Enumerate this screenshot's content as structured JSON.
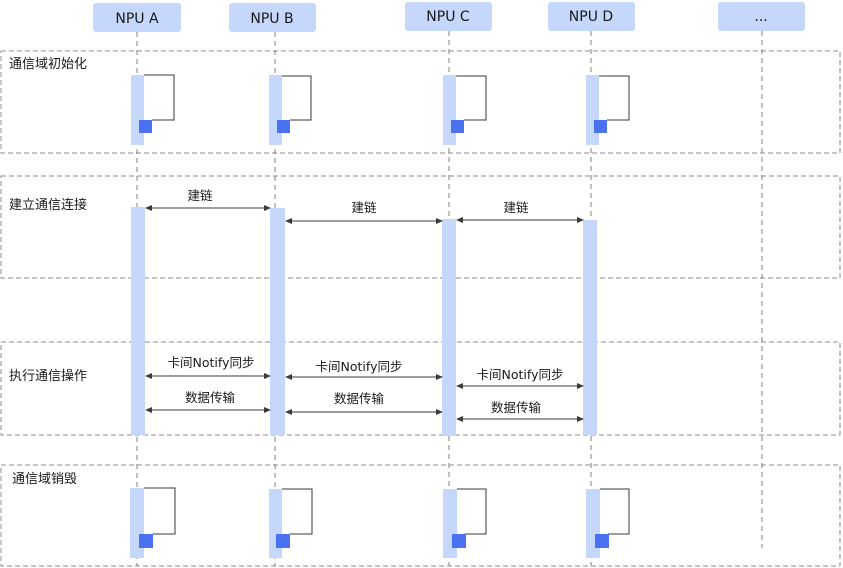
{
  "participants": [
    "NPU A",
    "NPU B",
    "NPU C",
    "NPU D",
    "..."
  ],
  "phases": [
    {
      "id": "init",
      "label": "通信域初始化"
    },
    {
      "id": "connect",
      "label": "建立通信连接"
    },
    {
      "id": "ops",
      "label": "执行通信操作"
    },
    {
      "id": "destroy",
      "label": "通信域销毁"
    }
  ],
  "messages": [
    {
      "phase": "connect",
      "from": 0,
      "to": 1,
      "label": "建链"
    },
    {
      "phase": "connect",
      "from": 1,
      "to": 2,
      "label": "建链"
    },
    {
      "phase": "connect",
      "from": 2,
      "to": 3,
      "label": "建链"
    },
    {
      "phase": "ops",
      "from": 0,
      "to": 1,
      "label": "卡间Notify同步"
    },
    {
      "phase": "ops",
      "from": 1,
      "to": 2,
      "label": "卡间Notify同步"
    },
    {
      "phase": "ops",
      "from": 2,
      "to": 3,
      "label": "卡间Notify同步"
    },
    {
      "phase": "ops",
      "from": 0,
      "to": 1,
      "label": "数据传输"
    },
    {
      "phase": "ops",
      "from": 1,
      "to": 2,
      "label": "数据传输"
    },
    {
      "phase": "ops",
      "from": 2,
      "to": 3,
      "label": "数据传输"
    }
  ],
  "colors": {
    "participant_fill": "#c5d7fb",
    "activation_fill": "#c5d7fb",
    "marker_fill": "#4a72f0",
    "box_stroke": "#8c8c8c"
  }
}
